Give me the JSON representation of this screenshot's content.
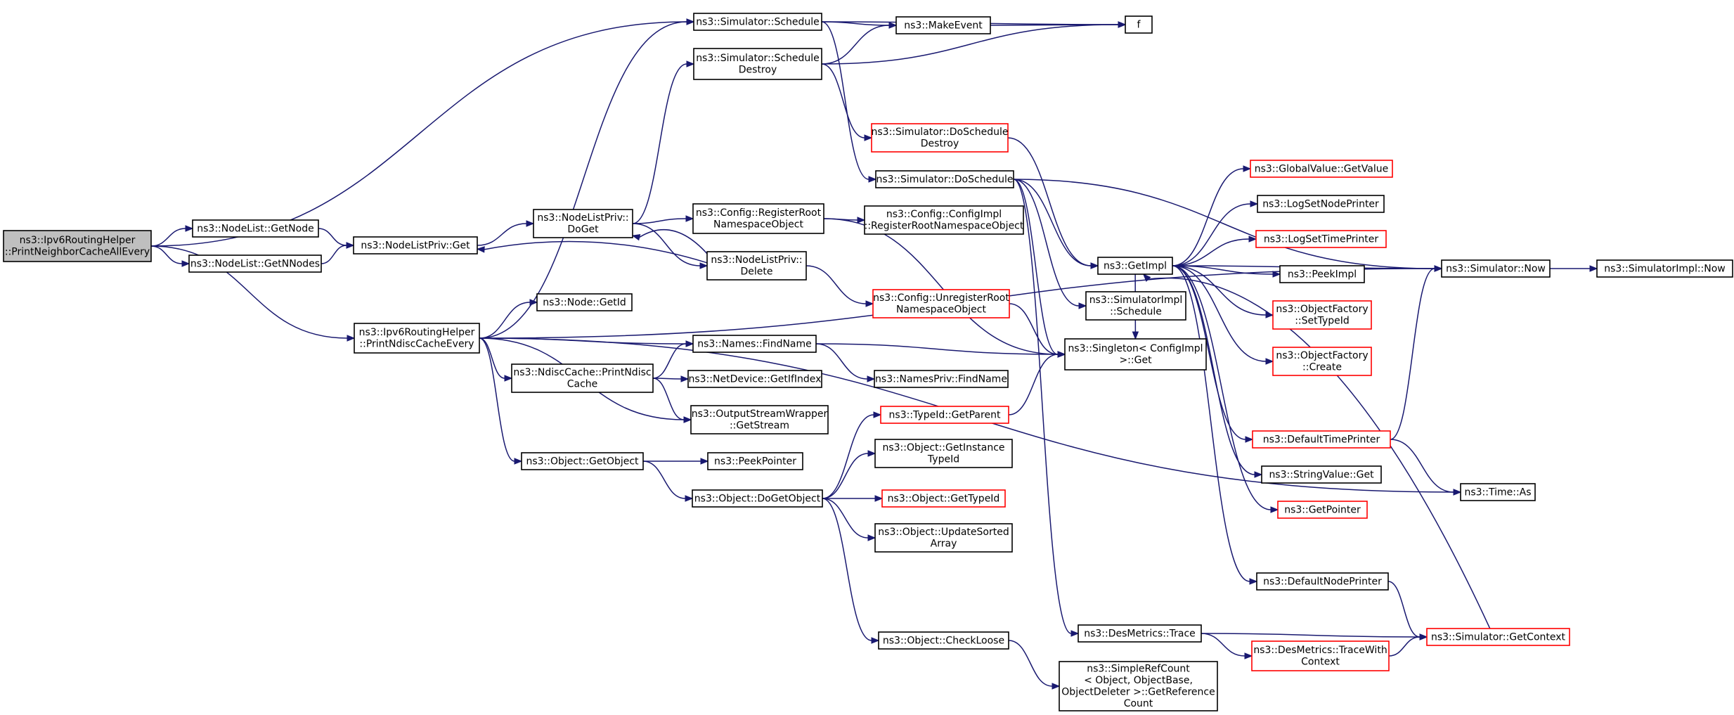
{
  "colors": {
    "edge": "#191970",
    "root_fill": "#bfbfbf",
    "node_border": "#000000",
    "truncated_border": "#ff0000",
    "node_fill": "#ffffff"
  },
  "nodes": [
    {
      "id": "root",
      "lines": [
        "ns3::Ipv6RoutingHelper",
        "::PrintNeighborCacheAllEvery"
      ],
      "style": "root"
    },
    {
      "id": "getnode",
      "lines": [
        "ns3::NodeList::GetNode"
      ],
      "style": "normal"
    },
    {
      "id": "getnnodes",
      "lines": [
        "ns3::NodeList::GetNNodes"
      ],
      "style": "normal"
    },
    {
      "id": "nlpget",
      "lines": [
        "ns3::NodeListPriv::Get"
      ],
      "style": "normal"
    },
    {
      "id": "nlpdoget",
      "lines": [
        "ns3::NodeListPriv::",
        "DoGet"
      ],
      "style": "normal"
    },
    {
      "id": "nlpdelete",
      "lines": [
        "ns3::NodeListPriv::",
        "Delete"
      ],
      "style": "normal"
    },
    {
      "id": "printndisc",
      "lines": [
        "ns3::Ipv6RoutingHelper",
        "::PrintNdiscCacheEvery"
      ],
      "style": "normal"
    },
    {
      "id": "schedule",
      "lines": [
        "ns3::Simulator::Schedule"
      ],
      "style": "normal"
    },
    {
      "id": "scheduledestroy",
      "lines": [
        "ns3::Simulator::Schedule",
        "Destroy"
      ],
      "style": "normal"
    },
    {
      "id": "makeevent",
      "lines": [
        "ns3::MakeEvent"
      ],
      "style": "normal"
    },
    {
      "id": "f",
      "lines": [
        "f"
      ],
      "style": "normal"
    },
    {
      "id": "doscheduledestroy",
      "lines": [
        "ns3::Simulator::DoSchedule",
        "Destroy"
      ],
      "style": "truncated"
    },
    {
      "id": "doschedule",
      "lines": [
        "ns3::Simulator::DoSchedule"
      ],
      "style": "normal"
    },
    {
      "id": "regroot",
      "lines": [
        "ns3::Config::RegisterRoot",
        "NamespaceObject"
      ],
      "style": "normal"
    },
    {
      "id": "cfgimplreg",
      "lines": [
        "ns3::Config::ConfigImpl",
        "::RegisterRootNamespaceObject"
      ],
      "style": "normal"
    },
    {
      "id": "unregroot",
      "lines": [
        "ns3::Config::UnregisterRoot",
        "NamespaceObject"
      ],
      "style": "truncated"
    },
    {
      "id": "getimpl",
      "lines": [
        "ns3::GetImpl"
      ],
      "style": "normal"
    },
    {
      "id": "simimplschedule",
      "lines": [
        "ns3::SimulatorImpl",
        "::Schedule"
      ],
      "style": "normal"
    },
    {
      "id": "singletonget",
      "lines": [
        "ns3::Singleton< ConfigImpl",
        " >::Get"
      ],
      "style": "normal"
    },
    {
      "id": "nodegetid",
      "lines": [
        "ns3::Node::GetId"
      ],
      "style": "normal"
    },
    {
      "id": "findname",
      "lines": [
        "ns3::Names::FindName"
      ],
      "style": "normal"
    },
    {
      "id": "npfindname",
      "lines": [
        "ns3::NamesPriv::FindName"
      ],
      "style": "normal"
    },
    {
      "id": "ndiscprint",
      "lines": [
        "ns3::NdiscCache::PrintNdisc",
        "Cache"
      ],
      "style": "normal"
    },
    {
      "id": "getifindex",
      "lines": [
        "ns3::NetDevice::GetIfIndex"
      ],
      "style": "normal"
    },
    {
      "id": "getstream",
      "lines": [
        "ns3::OutputStreamWrapper",
        "::GetStream"
      ],
      "style": "normal"
    },
    {
      "id": "getobject",
      "lines": [
        "ns3::Object::GetObject"
      ],
      "style": "normal"
    },
    {
      "id": "peekpointer",
      "lines": [
        "ns3::PeekPointer"
      ],
      "style": "normal"
    },
    {
      "id": "dogetobject",
      "lines": [
        "ns3::Object::DoGetObject"
      ],
      "style": "normal"
    },
    {
      "id": "typeidgetparent",
      "lines": [
        "ns3::TypeId::GetParent"
      ],
      "style": "truncated"
    },
    {
      "id": "getinstancetypeid",
      "lines": [
        "ns3::Object::GetInstance",
        "TypeId"
      ],
      "style": "normal"
    },
    {
      "id": "objgettypeid",
      "lines": [
        "ns3::Object::GetTypeId"
      ],
      "style": "truncated"
    },
    {
      "id": "updatesorted",
      "lines": [
        "ns3::Object::UpdateSorted",
        "Array"
      ],
      "style": "normal"
    },
    {
      "id": "checkloose",
      "lines": [
        "ns3::Object::CheckLoose"
      ],
      "style": "normal"
    },
    {
      "id": "desmetricstrace",
      "lines": [
        "ns3::DesMetrics::Trace"
      ],
      "style": "normal"
    },
    {
      "id": "simplerefcount",
      "lines": [
        "ns3::SimpleRefCount",
        "< Object, ObjectBase,",
        " ObjectDeleter >::GetReference",
        "Count"
      ],
      "style": "normal"
    },
    {
      "id": "tracewithcontext",
      "lines": [
        "ns3::DesMetrics::TraceWith",
        "Context"
      ],
      "style": "truncated"
    },
    {
      "id": "globalvalue",
      "lines": [
        "ns3::GlobalValue::GetValue"
      ],
      "style": "truncated"
    },
    {
      "id": "logsetnodeprinter",
      "lines": [
        "ns3::LogSetNodePrinter"
      ],
      "style": "normal"
    },
    {
      "id": "logsettimeprinter",
      "lines": [
        "ns3::LogSetTimePrinter"
      ],
      "style": "truncated"
    },
    {
      "id": "peekimpl",
      "lines": [
        "ns3::PeekImpl"
      ],
      "style": "normal"
    },
    {
      "id": "ofsettypeid",
      "lines": [
        "ns3::ObjectFactory",
        "::SetTypeId"
      ],
      "style": "truncated"
    },
    {
      "id": "ofcreate",
      "lines": [
        "ns3::ObjectFactory",
        "::Create"
      ],
      "style": "truncated"
    },
    {
      "id": "defaulttimeprinter",
      "lines": [
        "ns3::DefaultTimePrinter"
      ],
      "style": "truncated"
    },
    {
      "id": "stringvalueget",
      "lines": [
        "ns3::StringValue::Get"
      ],
      "style": "normal"
    },
    {
      "id": "getpointer",
      "lines": [
        "ns3::GetPointer"
      ],
      "style": "truncated"
    },
    {
      "id": "defaultnodeprinter",
      "lines": [
        "ns3::DefaultNodePrinter"
      ],
      "style": "normal"
    },
    {
      "id": "simnow",
      "lines": [
        "ns3::Simulator::Now"
      ],
      "style": "normal"
    },
    {
      "id": "simimplnow",
      "lines": [
        "ns3::SimulatorImpl::Now"
      ],
      "style": "normal"
    },
    {
      "id": "timeas",
      "lines": [
        "ns3::Time::As"
      ],
      "style": "normal"
    },
    {
      "id": "getcontext",
      "lines": [
        "ns3::Simulator::GetContext"
      ],
      "style": "truncated"
    }
  ],
  "edges": [
    [
      "root",
      "getnode"
    ],
    [
      "root",
      "getnnodes"
    ],
    [
      "root",
      "schedule"
    ],
    [
      "root",
      "printndisc"
    ],
    [
      "getnode",
      "nlpget"
    ],
    [
      "getnnodes",
      "nlpget"
    ],
    [
      "nlpget",
      "nlpdoget"
    ],
    [
      "nlpdoget",
      "scheduledestroy"
    ],
    [
      "nlpdoget",
      "regroot"
    ],
    [
      "nlpdoget",
      "nlpdelete"
    ],
    [
      "nlpdelete",
      "nlpdoget"
    ],
    [
      "nlpdelete",
      "nlpget"
    ],
    [
      "nlpdelete",
      "unregroot"
    ],
    [
      "schedule",
      "makeevent"
    ],
    [
      "schedule",
      "f"
    ],
    [
      "schedule",
      "doschedule"
    ],
    [
      "makeevent",
      "f"
    ],
    [
      "scheduledestroy",
      "makeevent"
    ],
    [
      "scheduledestroy",
      "f"
    ],
    [
      "scheduledestroy",
      "doscheduledestroy"
    ],
    [
      "doscheduledestroy",
      "getimpl"
    ],
    [
      "doschedule",
      "getimpl"
    ],
    [
      "doschedule",
      "simimplschedule"
    ],
    [
      "doschedule",
      "desmetricstrace"
    ],
    [
      "doschedule",
      "simnow"
    ],
    [
      "doschedule",
      "singletonget"
    ],
    [
      "regroot",
      "cfgimplreg"
    ],
    [
      "regroot",
      "singletonget"
    ],
    [
      "unregroot",
      "singletonget"
    ],
    [
      "printndisc",
      "schedule"
    ],
    [
      "printndisc",
      "simnow"
    ],
    [
      "printndisc",
      "nodegetid"
    ],
    [
      "printndisc",
      "findname"
    ],
    [
      "printndisc",
      "ndiscprint"
    ],
    [
      "printndisc",
      "getstream"
    ],
    [
      "printndisc",
      "getobject"
    ],
    [
      "printndisc",
      "timeas"
    ],
    [
      "findname",
      "npfindname"
    ],
    [
      "findname",
      "singletonget"
    ],
    [
      "ndiscprint",
      "findname"
    ],
    [
      "ndiscprint",
      "getifindex"
    ],
    [
      "ndiscprint",
      "getstream"
    ],
    [
      "getobject",
      "peekpointer"
    ],
    [
      "getobject",
      "dogetobject"
    ],
    [
      "dogetobject",
      "typeidgetparent"
    ],
    [
      "dogetobject",
      "getinstancetypeid"
    ],
    [
      "dogetobject",
      "objgettypeid"
    ],
    [
      "dogetobject",
      "updatesorted"
    ],
    [
      "dogetobject",
      "checkloose"
    ],
    [
      "typeidgetparent",
      "singletonget"
    ],
    [
      "checkloose",
      "simplerefcount"
    ],
    [
      "getimpl",
      "globalvalue"
    ],
    [
      "getimpl",
      "logsetnodeprinter"
    ],
    [
      "getimpl",
      "logsettimeprinter"
    ],
    [
      "getimpl",
      "peekimpl"
    ],
    [
      "getimpl",
      "ofsettypeid"
    ],
    [
      "getimpl",
      "ofcreate"
    ],
    [
      "getimpl",
      "defaulttimeprinter"
    ],
    [
      "getimpl",
      "stringvalueget"
    ],
    [
      "getimpl",
      "getpointer"
    ],
    [
      "getimpl",
      "defaultnodeprinter"
    ],
    [
      "getimpl",
      "singletonget"
    ],
    [
      "getimpl",
      "simnow"
    ],
    [
      "defaulttimeprinter",
      "simnow"
    ],
    [
      "defaulttimeprinter",
      "timeas"
    ],
    [
      "defaultnodeprinter",
      "getcontext"
    ],
    [
      "getcontext",
      "getimpl"
    ],
    [
      "desmetricstrace",
      "tracewithcontext"
    ],
    [
      "desmetricstrace",
      "getcontext"
    ],
    [
      "tracewithcontext",
      "getcontext"
    ],
    [
      "simnow",
      "simimplnow"
    ]
  ]
}
